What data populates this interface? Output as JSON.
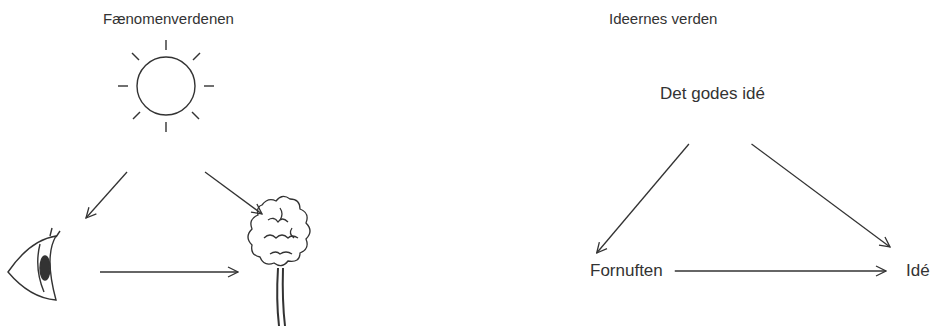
{
  "diagram": {
    "nodes": [
      {
        "text": [
          "Det godes idé"
        ]
      },
      {
        "text": [
          "Fornuften"
        ]
      },
      {
        "text": [
          "Idé"
        ]
      }
    ],
    "edges": [
      {
        "from": 0,
        "to": 1,
        "arrow": "to"
      },
      {
        "from": 0,
        "to": 2,
        "arrow": "to"
      },
      {
        "from": 1,
        "to": 2,
        "arrow": "to"
      }
    ],
    "labels": [
      "Fænomenverdenen",
      "Ideernes verden"
    ]
  }
}
